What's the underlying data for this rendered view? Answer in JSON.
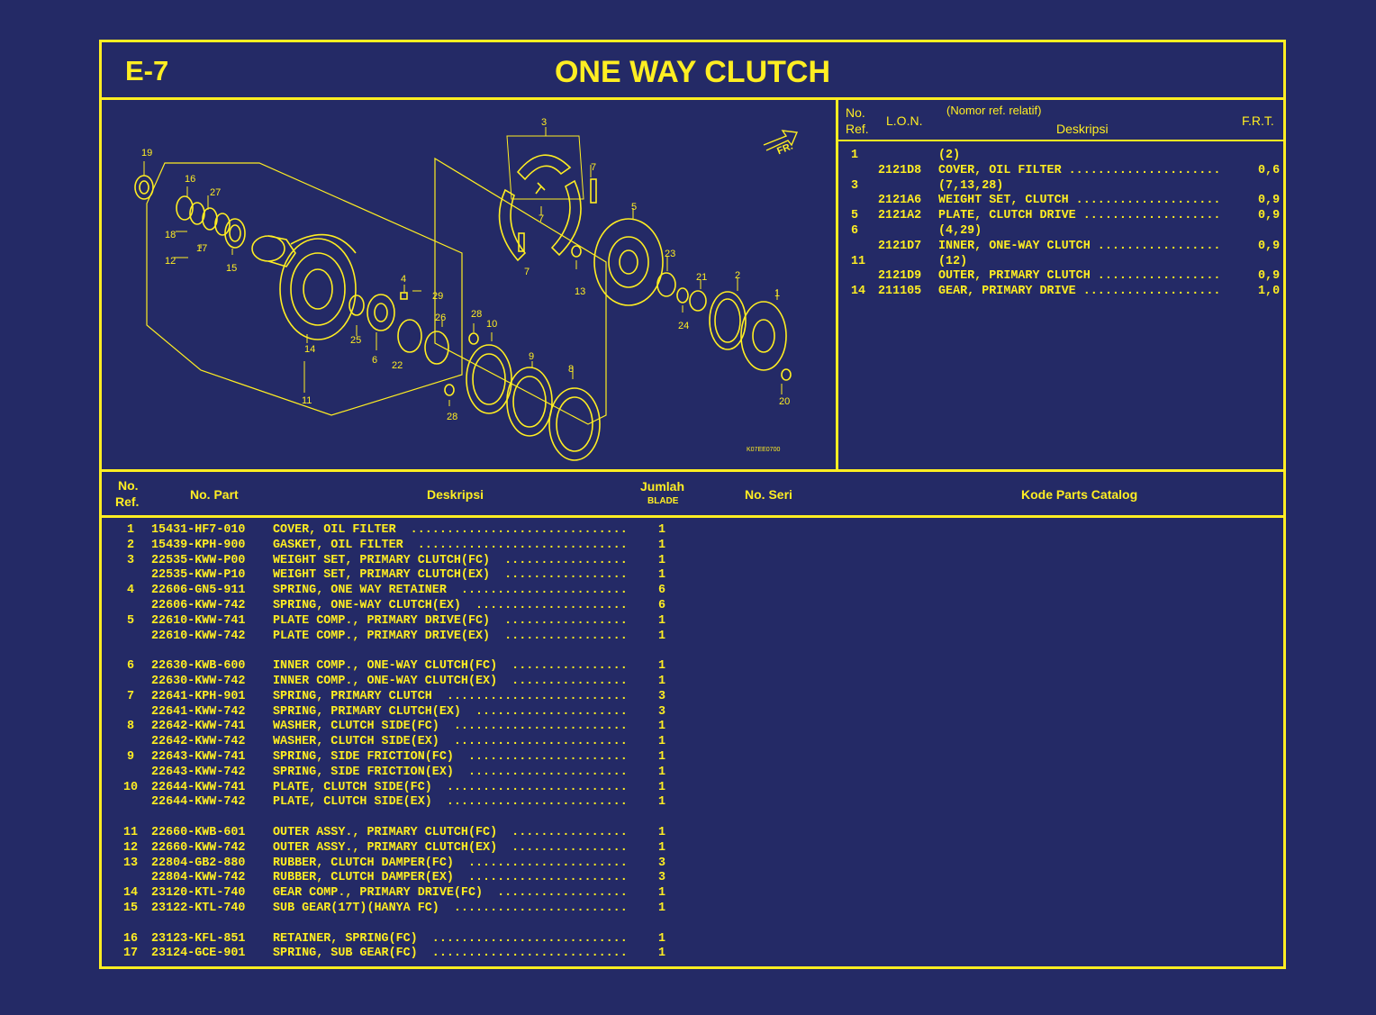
{
  "header": {
    "code": "E-7",
    "title": "ONE WAY CLUTCH"
  },
  "diagram": {
    "direction_label": "FR.",
    "ref_code": "K07EE0700",
    "callouts": [
      "19",
      "16",
      "27",
      "18",
      "17",
      "12",
      "15",
      "14",
      "11",
      "25",
      "6",
      "4",
      "29",
      "22",
      "26",
      "28",
      "10",
      "28",
      "9",
      "8",
      "3",
      "7",
      "7",
      "7",
      "5",
      "23",
      "13",
      "24",
      "21",
      "2",
      "1",
      "20"
    ]
  },
  "lon_table": {
    "col_ref_line1": "No.",
    "col_ref_line2": "Ref.",
    "col_lon": "L.O.N.",
    "col_desc_note": "(Nomor ref. relatif)",
    "col_desc": "Deskripsi",
    "col_frt": "F.R.T.",
    "rows": [
      {
        "ref": "1",
        "lon": "",
        "desc": "(2)",
        "frt": ""
      },
      {
        "ref": "",
        "lon": "2121D8",
        "desc": "COVER, OIL FILTER",
        "frt": "0,6"
      },
      {
        "ref": "3",
        "lon": "",
        "desc": "(7,13,28)",
        "frt": ""
      },
      {
        "ref": "",
        "lon": "2121A6",
        "desc": "WEIGHT SET, CLUTCH",
        "frt": "0,9"
      },
      {
        "ref": "5",
        "lon": "2121A2",
        "desc": "PLATE, CLUTCH DRIVE",
        "frt": "0,9"
      },
      {
        "ref": "6",
        "lon": "",
        "desc": "(4,29)",
        "frt": ""
      },
      {
        "ref": "",
        "lon": "2121D7",
        "desc": "INNER, ONE-WAY CLUTCH",
        "frt": "0,9"
      },
      {
        "ref": "11",
        "lon": "",
        "desc": "(12)",
        "frt": ""
      },
      {
        "ref": "",
        "lon": "2121D9",
        "desc": "OUTER, PRIMARY CLUTCH",
        "frt": "0,9"
      },
      {
        "ref": "14",
        "lon": "211105",
        "desc": "GEAR, PRIMARY DRIVE",
        "frt": "1,0"
      }
    ]
  },
  "parts_table": {
    "col_ref_line1": "No.",
    "col_ref_line2": "Ref.",
    "col_part": "No. Part",
    "col_desc": "Deskripsi",
    "col_qty": "Jumlah",
    "col_qty_sub": "BLADE",
    "col_serial": "No. Seri",
    "col_catalog": "Kode Parts Catalog",
    "rows": [
      {
        "ref": "1",
        "part": "15431-HF7-010",
        "desc": "COVER, OIL FILTER",
        "qty": "1"
      },
      {
        "ref": "2",
        "part": "15439-KPH-900",
        "desc": "GASKET, OIL FILTER",
        "qty": "1"
      },
      {
        "ref": "3",
        "part": "22535-KWW-P00",
        "desc": "WEIGHT SET, PRIMARY CLUTCH(FC)",
        "qty": "1"
      },
      {
        "ref": "",
        "part": "22535-KWW-P10",
        "desc": "WEIGHT SET, PRIMARY CLUTCH(EX)",
        "qty": "1"
      },
      {
        "ref": "4",
        "part": "22606-GN5-911",
        "desc": "SPRING, ONE WAY RETAINER",
        "qty": "6"
      },
      {
        "ref": "",
        "part": "22606-KWW-742",
        "desc": "SPRING, ONE-WAY CLUTCH(EX)",
        "qty": "6"
      },
      {
        "ref": "5",
        "part": "22610-KWW-741",
        "desc": "PLATE COMP., PRIMARY DRIVE(FC)",
        "qty": "1"
      },
      {
        "ref": "",
        "part": "22610-KWW-742",
        "desc": "PLATE COMP., PRIMARY DRIVE(EX)",
        "qty": "1"
      },
      {
        "ref": "6",
        "part": "22630-KWB-600",
        "desc": "INNER COMP., ONE-WAY CLUTCH(FC)",
        "qty": "1"
      },
      {
        "ref": "",
        "part": "22630-KWW-742",
        "desc": "INNER COMP., ONE-WAY CLUTCH(EX)",
        "qty": "1"
      },
      {
        "ref": "7",
        "part": "22641-KPH-901",
        "desc": "SPRING, PRIMARY CLUTCH",
        "qty": "3"
      },
      {
        "ref": "",
        "part": "22641-KWW-742",
        "desc": "SPRING, PRIMARY CLUTCH(EX)",
        "qty": "3"
      },
      {
        "ref": "8",
        "part": "22642-KWW-741",
        "desc": "WASHER, CLUTCH SIDE(FC)",
        "qty": "1"
      },
      {
        "ref": "",
        "part": "22642-KWW-742",
        "desc": "WASHER, CLUTCH SIDE(EX)",
        "qty": "1"
      },
      {
        "ref": "9",
        "part": "22643-KWW-741",
        "desc": "SPRING, SIDE FRICTION(FC)",
        "qty": "1"
      },
      {
        "ref": "",
        "part": "22643-KWW-742",
        "desc": "SPRING, SIDE FRICTION(EX)",
        "qty": "1"
      },
      {
        "ref": "10",
        "part": "22644-KWW-741",
        "desc": "PLATE, CLUTCH SIDE(FC)",
        "qty": "1"
      },
      {
        "ref": "",
        "part": "22644-KWW-742",
        "desc": "PLATE, CLUTCH SIDE(EX)",
        "qty": "1"
      },
      {
        "ref": "11",
        "part": "22660-KWB-601",
        "desc": "OUTER ASSY., PRIMARY CLUTCH(FC)",
        "qty": "1"
      },
      {
        "ref": "12",
        "part": "22660-KWW-742",
        "desc": "OUTER ASSY., PRIMARY CLUTCH(EX)",
        "qty": "1"
      },
      {
        "ref": "13",
        "part": "22804-GB2-880",
        "desc": "RUBBER, CLUTCH DAMPER(FC)",
        "qty": "3"
      },
      {
        "ref": "",
        "part": "22804-KWW-742",
        "desc": "RUBBER, CLUTCH DAMPER(EX)",
        "qty": "3"
      },
      {
        "ref": "14",
        "part": "23120-KTL-740",
        "desc": "GEAR COMP., PRIMARY DRIVE(FC)",
        "qty": "1"
      },
      {
        "ref": "15",
        "part": "23122-KTL-740",
        "desc": "SUB GEAR(17T)(HANYA FC)",
        "qty": "1"
      },
      {
        "ref": "16",
        "part": "23123-KFL-851",
        "desc": "RETAINER, SPRING(FC)",
        "qty": "1"
      },
      {
        "ref": "17",
        "part": "23124-GCE-901",
        "desc": "SPRING, SUB GEAR(FC)",
        "qty": "1"
      }
    ]
  },
  "colors": {
    "background": "#242a66",
    "line": "#ffee22"
  }
}
